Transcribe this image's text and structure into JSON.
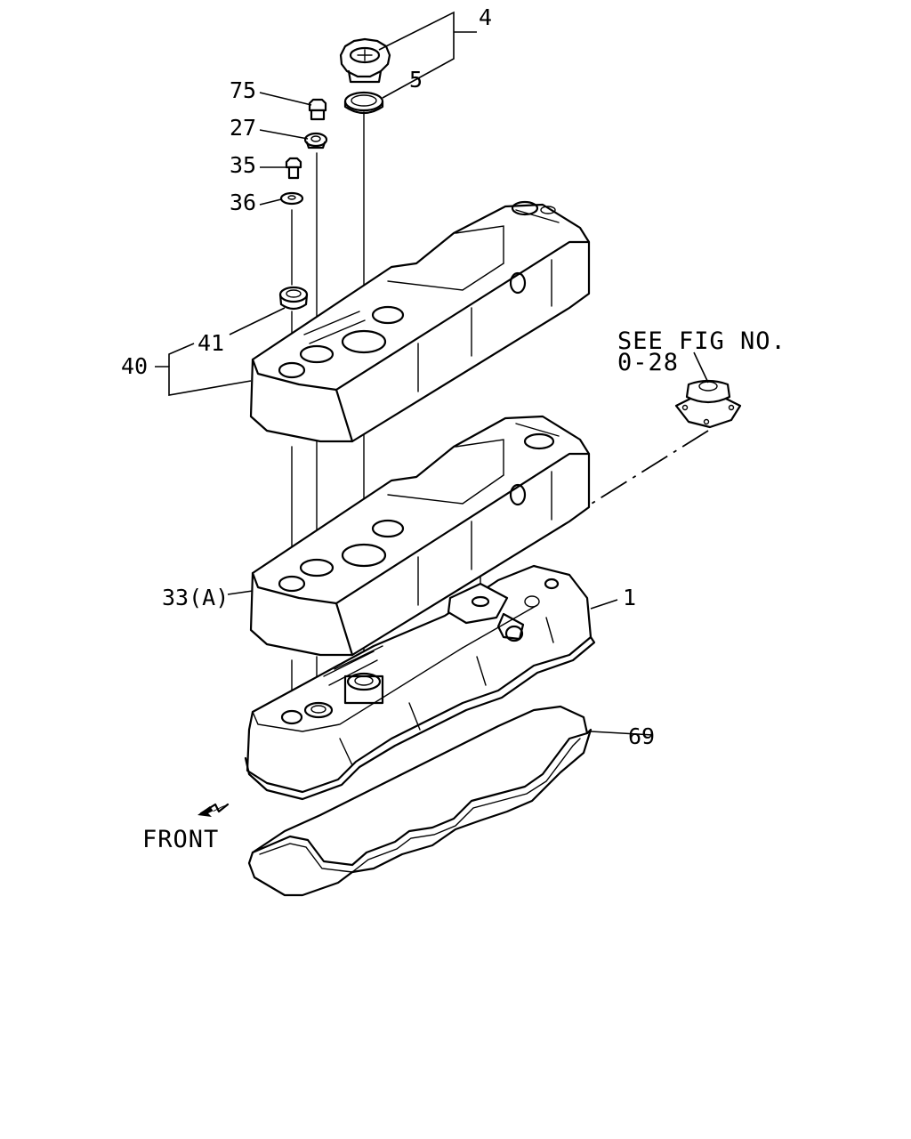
{
  "callouts": {
    "c4": "4",
    "c5": "5",
    "c75": "75",
    "c27": "27",
    "c35": "35",
    "c36": "36",
    "c41": "41",
    "c40": "40",
    "c33a": "33(A)",
    "c1": "1",
    "c69": "69"
  },
  "note": {
    "line1": "SEE FIG NO.",
    "line2": "0-28"
  },
  "front_label": "FRONT",
  "icons": [
    "front-arrow-icon"
  ]
}
